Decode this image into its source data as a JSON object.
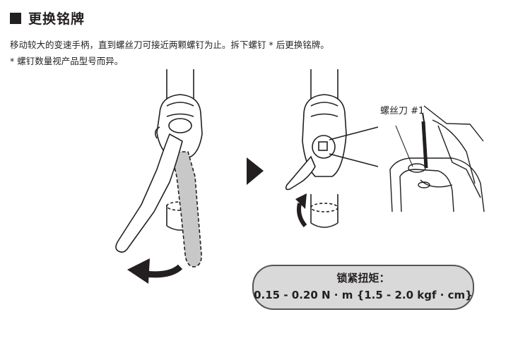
{
  "section": {
    "title": "更换铭牌"
  },
  "text": {
    "line1": "移动较大的变速手柄，直到螺丝刀可接近两颗螺钉为止。拆下螺钉 * 后更换铭牌。",
    "line2": "* 螺钉数量视产品型号而异。"
  },
  "callout": {
    "tool_label": "螺丝刀 #1"
  },
  "torque": {
    "title": "锁紧扭矩：",
    "value": "0.15 - 0.20 N · m {1.5 - 2.0 kgf · cm}"
  }
}
